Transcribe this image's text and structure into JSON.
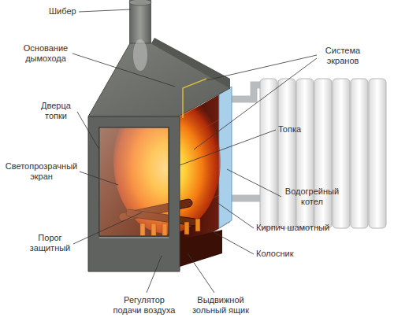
{
  "diagram": {
    "labels": [
      "Шибер",
      "Основание дымохода",
      "Система экранов",
      "Дверца топки",
      "Топка",
      "Светопрозрачный экран",
      "Водогрейный котел",
      "Порог защитный",
      "Кирпич шамотный",
      "Колосник",
      "Регулятор подачи воздуха",
      "Выдвижной зольный ящик"
    ]
  }
}
